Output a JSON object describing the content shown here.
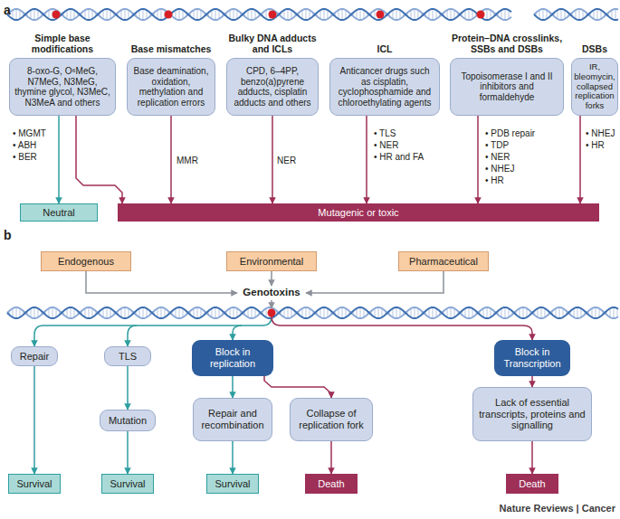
{
  "diagram": {
    "nodes": [
      {
        "text": [
          "Simple base modifications",
          "8-oxo-G, O⁶MeG, N7MeG, N3MeG, thymine glycol, N3MeC, N3MeA and others"
        ]
      },
      {
        "text": [
          "Base mismatches",
          "Base deamination, oxidation, methylation and replication errors"
        ]
      },
      {
        "text": [
          "Bulky DNA adducts and ICLs",
          "CPD, 6–4PP, benzo(a)pyrene adducts, cisplatin adducts and others"
        ]
      },
      {
        "text": [
          "ICL",
          "Anticancer drugs such as cisplatin, cyclophosphamide and chloroethylating agents"
        ]
      },
      {
        "text": [
          "Protein–DNA crosslinks, SSBs and DSBs",
          "Topoisomerase I and II inhibitors and formaldehyde"
        ]
      },
      {
        "text": [
          "DSBs",
          "IR, bleomycin, collapsed replication forks"
        ]
      },
      {
        "text": [
          "Neutral"
        ]
      },
      {
        "text": [
          "Mutagenic or toxic"
        ]
      },
      {
        "text": [
          "Endogenous"
        ]
      },
      {
        "text": [
          "Environmental"
        ]
      },
      {
        "text": [
          "Pharmaceutical"
        ]
      },
      {
        "text": [
          "Genotoxins"
        ]
      },
      {
        "text": [
          "Repair"
        ]
      },
      {
        "text": [
          "TLS"
        ]
      },
      {
        "text": [
          "Block in replication"
        ]
      },
      {
        "text": [
          "Block in Transcription"
        ]
      },
      {
        "text": [
          "Mutation"
        ]
      },
      {
        "text": [
          "Repair and recombination"
        ]
      },
      {
        "text": [
          "Collapse of replication fork"
        ]
      },
      {
        "text": [
          "Lack of essential transcripts, proteins and signalling"
        ]
      },
      {
        "text": [
          "Survival"
        ]
      },
      {
        "text": [
          "Survival"
        ]
      },
      {
        "text": [
          "Survival"
        ]
      },
      {
        "text": [
          "Death"
        ]
      },
      {
        "text": [
          "Death"
        ]
      }
    ],
    "edges": [
      {
        "from": 0,
        "to": 6,
        "arrow": "to"
      },
      {
        "from": 0,
        "to": 7,
        "arrow": "to"
      },
      {
        "from": 1,
        "to": 7,
        "arrow": "to"
      },
      {
        "from": 2,
        "to": 7,
        "arrow": "to"
      },
      {
        "from": 3,
        "to": 7,
        "arrow": "to"
      },
      {
        "from": 4,
        "to": 7,
        "arrow": "to"
      },
      {
        "from": 5,
        "to": 7,
        "arrow": "to"
      },
      {
        "from": 8,
        "to": 11,
        "arrow": "to"
      },
      {
        "from": 9,
        "to": 11,
        "arrow": "to"
      },
      {
        "from": 10,
        "to": 11,
        "arrow": "to"
      },
      {
        "from": 12,
        "to": 20,
        "arrow": "to"
      },
      {
        "from": 13,
        "to": 16,
        "arrow": "to"
      },
      {
        "from": 16,
        "to": 21,
        "arrow": "to"
      },
      {
        "from": 14,
        "to": 17,
        "arrow": "to"
      },
      {
        "from": 14,
        "to": 18,
        "arrow": "to"
      },
      {
        "from": 17,
        "to": 22,
        "arrow": "to"
      },
      {
        "from": 18,
        "to": 23,
        "arrow": "to"
      },
      {
        "from": 15,
        "to": 19,
        "arrow": "to"
      },
      {
        "from": 19,
        "to": 24,
        "arrow": "to"
      }
    ],
    "labels": [
      "a",
      "b",
      "• MGMT",
      "• ABH",
      "• BER",
      "MMR",
      "NER",
      "• TLS",
      "• NER",
      "• HR and FA",
      "• PDB repair",
      "• TDP",
      "• NER",
      "• NHEJ",
      "• HR",
      "• NHEJ",
      "• HR",
      "Nature Reviews | Cancer"
    ]
  }
}
